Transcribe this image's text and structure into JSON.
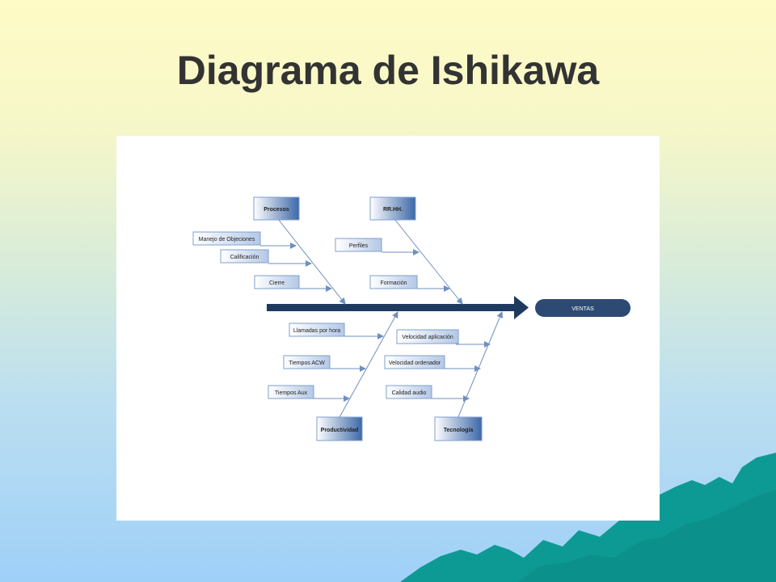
{
  "slide": {
    "title": "Diagrama de Ishikawa"
  },
  "diagram": {
    "effect": "VENTAS",
    "categories": [
      {
        "name": "Procesos",
        "causes": [
          "Manejo de Objeciones",
          "Calificación",
          "Cierre"
        ]
      },
      {
        "name": "RR.HH.",
        "causes": [
          "Perfiles",
          "Formación"
        ]
      },
      {
        "name": "Productividad",
        "causes": [
          "Llamadas por hora",
          "Tiempos ACW",
          "Tiempos Aux"
        ]
      },
      {
        "name": "Tecnología",
        "causes": [
          "Velocidad aplicación",
          "Velocidad ordenador",
          "Calidad audio"
        ]
      }
    ]
  },
  "colors": {
    "spine": "#1f3a5f",
    "bone": "#6f8fbf",
    "box_border": "#7f9fcf",
    "effect_fill": "#2c4a72",
    "mountain": "#0e9a94"
  }
}
